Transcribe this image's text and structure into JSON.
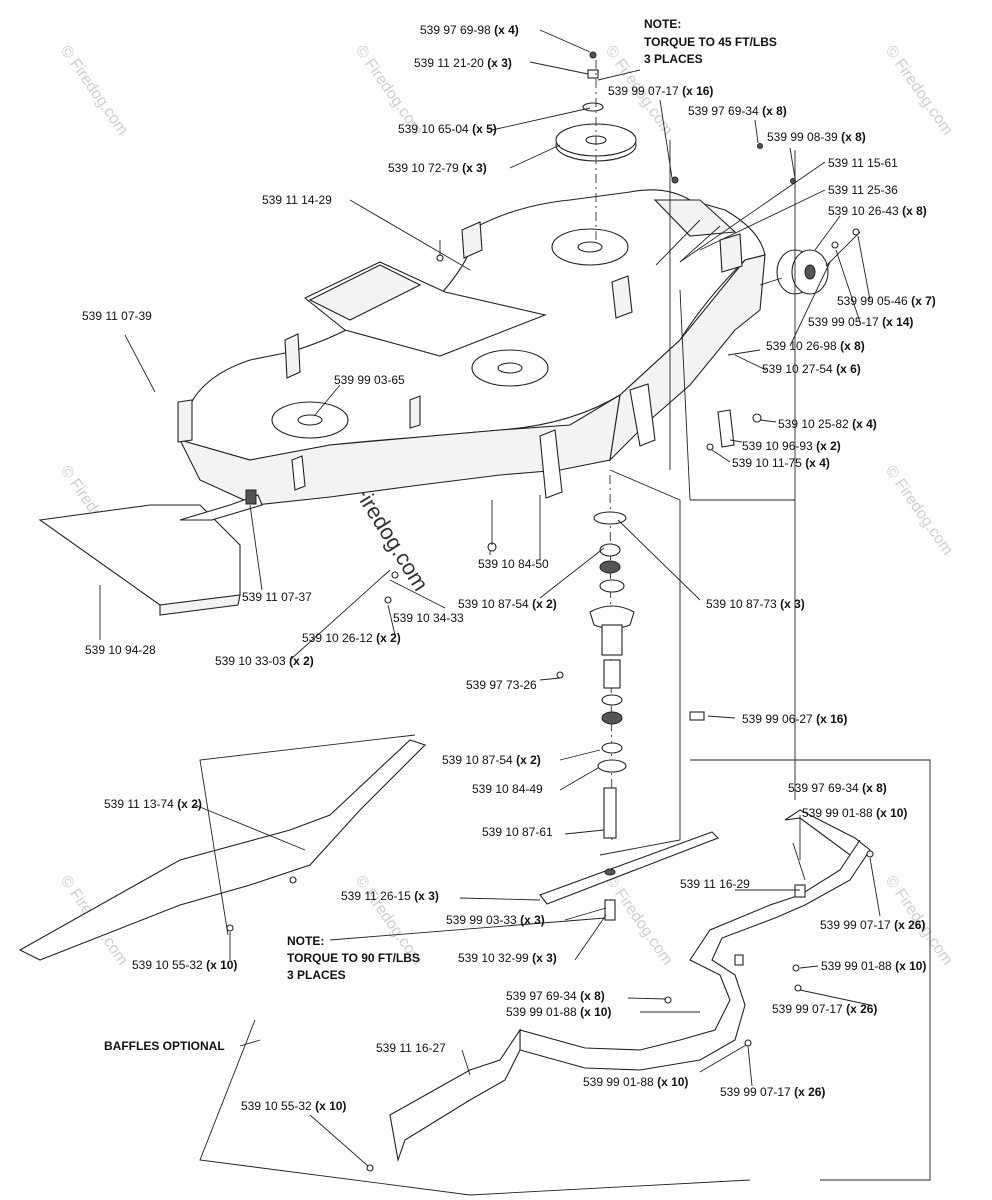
{
  "notes": {
    "top": [
      "NOTE:",
      "TORQUE TO 45 FT/LBS",
      "3 PLACES"
    ],
    "bottom": [
      "NOTE:",
      "TORQUE TO 90 FT/LBS",
      "3 PLACES"
    ],
    "baffles": "BAFFLES OPTIONAL"
  },
  "watermark": {
    "small": "© Firedog.com",
    "center": "© Firedog.com"
  },
  "labels": [
    {
      "pn": "539 97 69-98",
      "qty": "(x 4)"
    },
    {
      "pn": "539 11 21-20",
      "qty": "(x 3)"
    },
    {
      "pn": "539 99 07-17",
      "qty": "(x 16)"
    },
    {
      "pn": "539 97 69-34",
      "qty": "(x 8)"
    },
    {
      "pn": "539 10 65-04",
      "qty": "(x 5)"
    },
    {
      "pn": "539 99 08-39",
      "qty": "(x 8)"
    },
    {
      "pn": "539 10 72-79",
      "qty": "(x 3)"
    },
    {
      "pn": "539 11 15-61",
      "qty": ""
    },
    {
      "pn": "539 11 25-36",
      "qty": ""
    },
    {
      "pn": "539 11 14-29",
      "qty": ""
    },
    {
      "pn": "539 10 26-43",
      "qty": "(x 8)"
    },
    {
      "pn": "539 99 05-46",
      "qty": "(x 7)"
    },
    {
      "pn": "539 99 05-17",
      "qty": "(x 14)"
    },
    {
      "pn": "539 11 07-39",
      "qty": ""
    },
    {
      "pn": "539 10 26-98",
      "qty": "(x 8)"
    },
    {
      "pn": "539 99 03-65",
      "qty": ""
    },
    {
      "pn": "539 10 27-54",
      "qty": "(x 6)"
    },
    {
      "pn": "539 10 25-82",
      "qty": "(x 4)"
    },
    {
      "pn": "539 10 96-93",
      "qty": "(x 2)"
    },
    {
      "pn": "539 10 11-75",
      "qty": "(x 4)"
    },
    {
      "pn": "539 10 84-50",
      "qty": ""
    },
    {
      "pn": "539 11 07-37",
      "qty": ""
    },
    {
      "pn": "539 10 87-54",
      "qty": "(x 2)"
    },
    {
      "pn": "539 10 87-73",
      "qty": "(x 3)"
    },
    {
      "pn": "539 10 34-33",
      "qty": ""
    },
    {
      "pn": "539 10 26-12",
      "qty": "(x 2)"
    },
    {
      "pn": "539 10 94-28",
      "qty": ""
    },
    {
      "pn": "539 10 33-03",
      "qty": "(x 2)"
    },
    {
      "pn": "539 97 73-26",
      "qty": ""
    },
    {
      "pn": "539 99 06-27",
      "qty": "(x 16)"
    },
    {
      "pn": "539 10 87-54",
      "qty": "(x 2)"
    },
    {
      "pn": "539 10 84-49",
      "qty": ""
    },
    {
      "pn": "539 97 69-34",
      "qty": "(x 8)"
    },
    {
      "pn": "539 11 13-74",
      "qty": "(x 2)"
    },
    {
      "pn": "539 99 01-88",
      "qty": "(x 10)"
    },
    {
      "pn": "539 10 87-61",
      "qty": ""
    },
    {
      "pn": "539 11 26-15",
      "qty": "(x 3)"
    },
    {
      "pn": "539 11 16-29",
      "qty": ""
    },
    {
      "pn": "539 99 03-33",
      "qty": "(x 3)"
    },
    {
      "pn": "539 99 07-17",
      "qty": "(x 26)"
    },
    {
      "pn": "539 10 32-99",
      "qty": "(x 3)"
    },
    {
      "pn": "539 10 55-32",
      "qty": "(x 10)"
    },
    {
      "pn": "539 99 01-88",
      "qty": "(x 10)"
    },
    {
      "pn": "539 97 69-34",
      "qty": "(x 8)"
    },
    {
      "pn": "539 99 07-17",
      "qty": "(x 26)"
    },
    {
      "pn": "539 99 01-88",
      "qty": "(x 10)"
    },
    {
      "pn": "539 11 16-27",
      "qty": ""
    },
    {
      "pn": "539 99 01-88",
      "qty": "(x 10)"
    },
    {
      "pn": "539 99 07-17",
      "qty": "(x 26)"
    },
    {
      "pn": "539 10 55-32",
      "qty": "(x 10)"
    }
  ]
}
